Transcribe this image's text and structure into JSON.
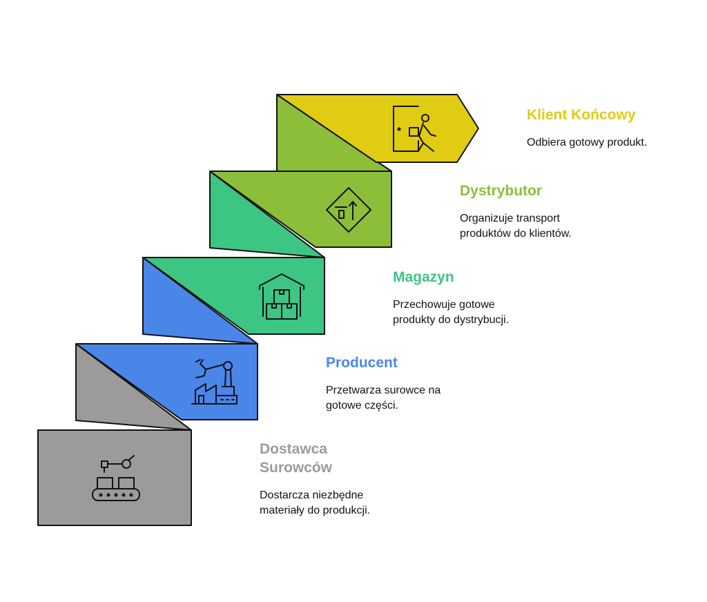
{
  "steps": [
    {
      "title": "Klient Końcowy",
      "description": "Odbiera gotowy produkt.",
      "color": "#E0CC12",
      "icon": "door-delivery-person-icon"
    },
    {
      "title": "Dystrybutor",
      "description": "Organizuje transport\nproduktów do klientów.",
      "color": "#8DBE3A",
      "icon": "road-sign-arrows-icon"
    },
    {
      "title": "Magazyn",
      "description": "Przechowuje gotowe\nprodukty do dystrybucji.",
      "color": "#3DC583",
      "icon": "warehouse-boxes-icon"
    },
    {
      "title": "Producent",
      "description": "Przetwarza surowce na\ngotowe części.",
      "color": "#4A86E8",
      "icon": "factory-robot-arm-icon"
    },
    {
      "title": "Dostawca\nSurowców",
      "description": "Dostarcza niezbędne\nmateriały do produkcji.",
      "color": "#9B9B9B",
      "icon": "conveyor-robot-icon"
    }
  ]
}
